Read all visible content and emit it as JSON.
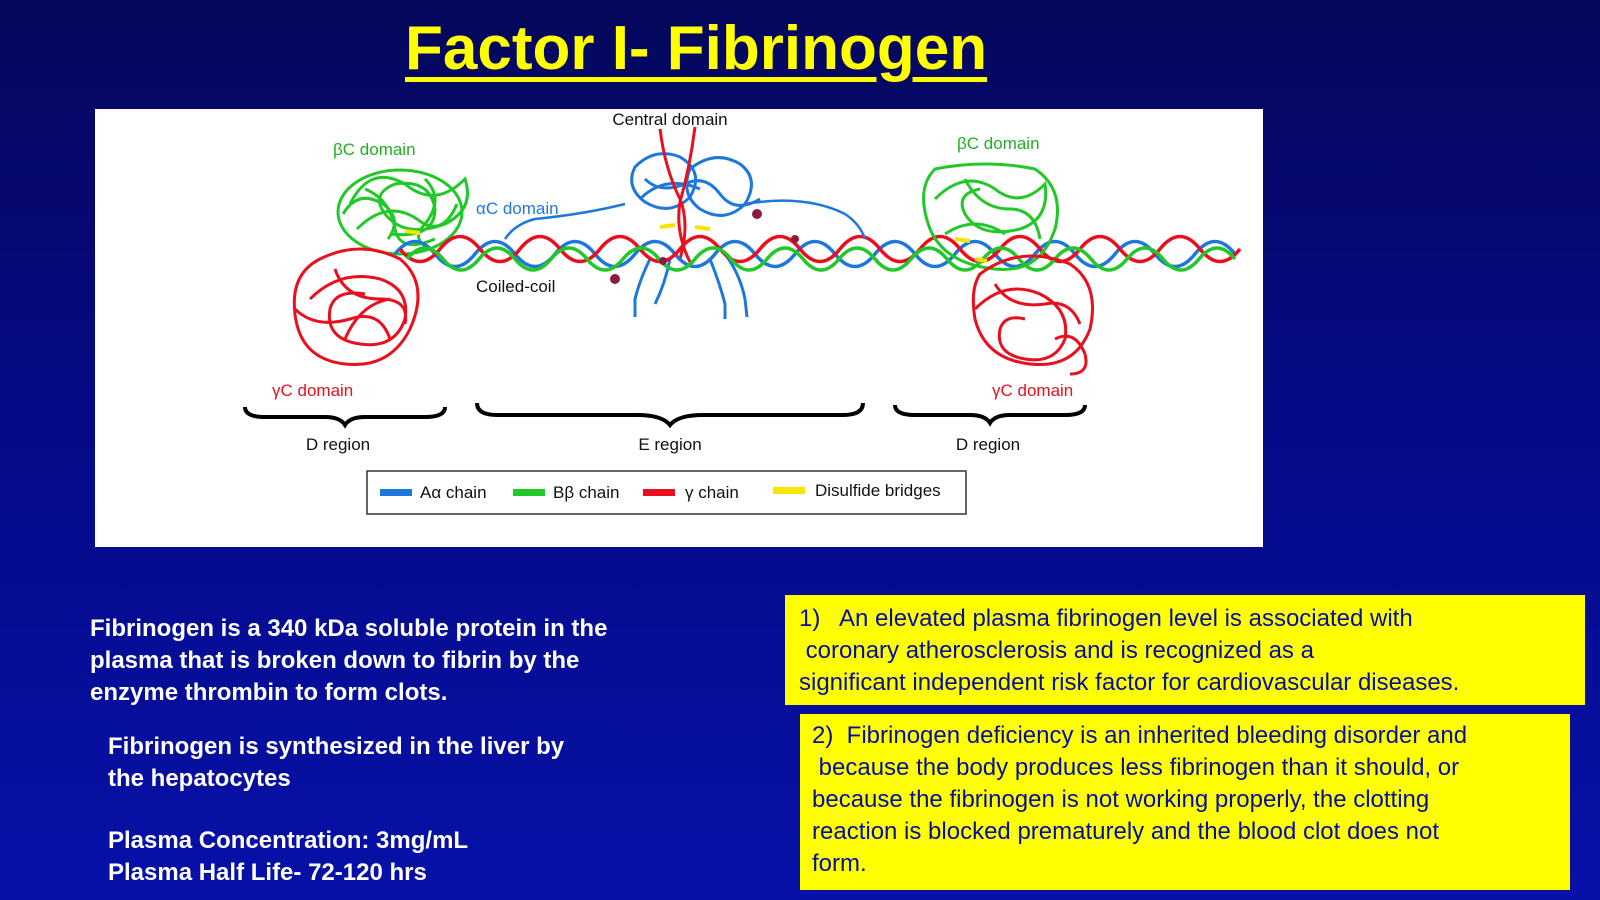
{
  "title": "Factor I- Fibrinogen",
  "figure": {
    "labels": {
      "central_domain": "Central domain",
      "bc_left": "βC domain",
      "bc_right": "βC domain",
      "ac_domain": "αC domain",
      "coiled_coil": "Coiled-coil",
      "gc_left": "γC domain",
      "gc_right": "γC domain",
      "d_region_left": "D region",
      "e_region": "E region",
      "d_region_right": "D region"
    },
    "legend": [
      {
        "label": "Aα chain",
        "color": "#1e78dc"
      },
      {
        "label": "Bβ chain",
        "color": "#22c828"
      },
      {
        "label": "γ chain",
        "color": "#e8101e"
      },
      {
        "label": "Disulfide bridges",
        "color": "#f8e400"
      }
    ]
  },
  "description": {
    "line1": "Fibrinogen is a 340 kDa soluble protein in the",
    "line2": "plasma that is broken down to fibrin by the",
    "line3": "enzyme thrombin to form clots.",
    "line4": "Fibrinogen is synthesized in the liver by",
    "line5": "the hepatocytes",
    "line6": "Plasma Concentration: 3mg/mL",
    "line7": "Plasma Half Life- 72-120 hrs"
  },
  "box1": {
    "line1": "1)   An elevated plasma fibrinogen level is associated with",
    "line2": " coronary atherosclerosis and is recognized as a",
    "line3": "significant independent risk factor for cardiovascular diseases."
  },
  "box2": {
    "line1": "2)  Fibrinogen deficiency is an inherited bleeding disorder and",
    "line2": " because the body produces less fibrinogen than it should, or",
    "line3": "because the fibrinogen is not working properly, the clotting",
    "line4": "reaction is blocked prematurely and the blood clot does not",
    "line5": "form."
  }
}
